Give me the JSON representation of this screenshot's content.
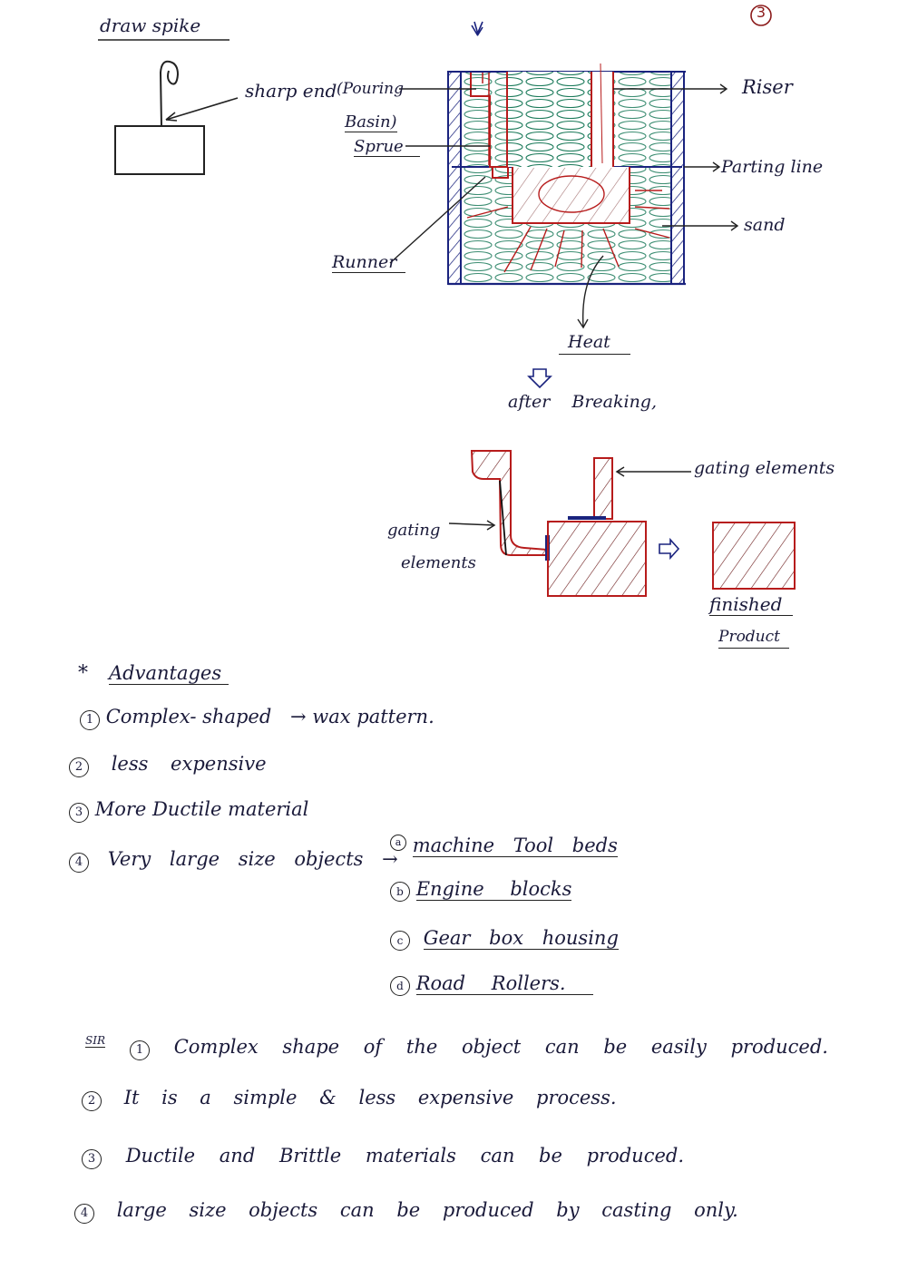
{
  "page": {
    "page_number": "3",
    "page_number_color": "#8b1a1a"
  },
  "draw_spike": {
    "title": "draw spike",
    "label": "sharp end"
  },
  "mould_diagram": {
    "labels": {
      "pouring_basin_line1": "(Pouring",
      "pouring_basin_line2": "Basin)",
      "sprue": "Sprue",
      "runner": "Runner",
      "riser": "Riser",
      "parting_line": "Parting line",
      "sand": "sand",
      "heat": "Heat"
    },
    "colors": {
      "flask": "#1a237e",
      "metal": "#b71c1c",
      "sand": "#1b7a5a"
    }
  },
  "after_breaking": {
    "caption": "after Breaking,",
    "labels": {
      "gating_elements_right": "gating elements",
      "gating_elements_left_line1": "gating",
      "gating_elements_left_line2": "elements",
      "finished_line1": "finished",
      "finished_line2": "Product"
    }
  },
  "advantages": {
    "heading": "Advantages",
    "bullet": "*",
    "items": [
      {
        "num": "1",
        "text": "Complex- shaped",
        "arrow_text": "→ wax pattern."
      },
      {
        "num": "2",
        "text": "less expensive"
      },
      {
        "num": "3",
        "text": "More Ductile material"
      },
      {
        "num": "4",
        "text": "Very large size objects →"
      }
    ],
    "examples": [
      {
        "letter": "a",
        "text": "machine Tool beds"
      },
      {
        "letter": "b",
        "text": "Engine blocks"
      },
      {
        "letter": "c",
        "text": "Gear box housing"
      },
      {
        "letter": "d",
        "text": "Road Rollers."
      }
    ]
  },
  "sir_notes": {
    "marker": "SIR",
    "items": [
      {
        "num": "1",
        "text": "Complex shape of the object can be easily produced."
      },
      {
        "num": "2",
        "text": "It is a simple & less expensive process."
      },
      {
        "num": "3",
        "text": "Ductile and Brittle materials can be produced."
      },
      {
        "num": "4",
        "text": "large size objects can be produced by casting only."
      }
    ]
  }
}
